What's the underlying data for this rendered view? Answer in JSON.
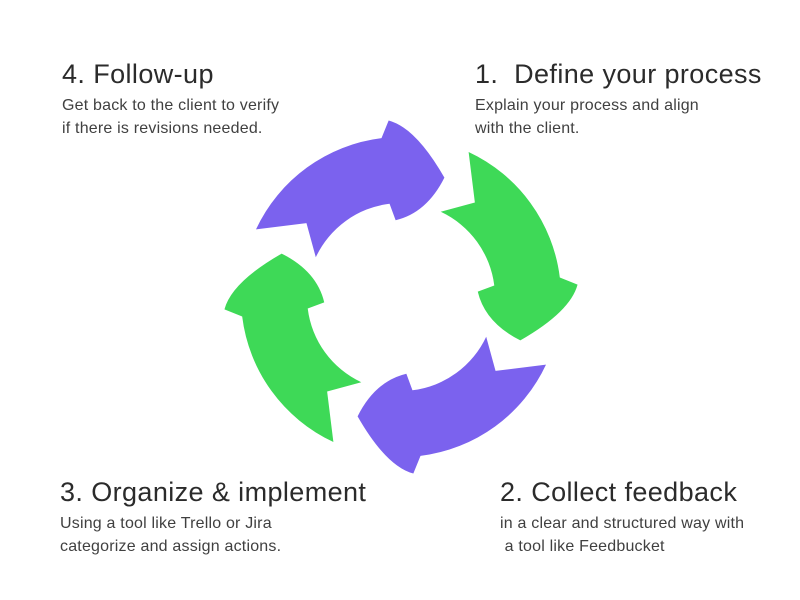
{
  "colors": {
    "purple": "#7B62EE",
    "green": "#3ED957",
    "heading_text": "#2b2b2b",
    "body_text": "#404040",
    "background": "#ffffff"
  },
  "diagram": {
    "type": "cycle",
    "direction": "clockwise",
    "arrow_count": 4,
    "steps": [
      {
        "id": 1,
        "position": "top-right",
        "arrow_color": "green",
        "title": "1.  Define your process",
        "lines": [
          "Explain your process and align",
          "with the client."
        ]
      },
      {
        "id": 2,
        "position": "bottom-right",
        "arrow_color": "purple",
        "title": "2. Collect feedback",
        "lines": [
          "in a clear and structured way with",
          " a tool like Feedbucket"
        ]
      },
      {
        "id": 3,
        "position": "bottom-left",
        "arrow_color": "green",
        "title": "3. Organize & implement",
        "lines": [
          "Using a tool like Trello or Jira",
          "categorize and assign actions."
        ]
      },
      {
        "id": 4,
        "position": "top-left",
        "arrow_color": "purple",
        "title": "4. Follow-up",
        "lines": [
          "Get back to the client to verify",
          "if there is revisions needed."
        ]
      }
    ]
  }
}
